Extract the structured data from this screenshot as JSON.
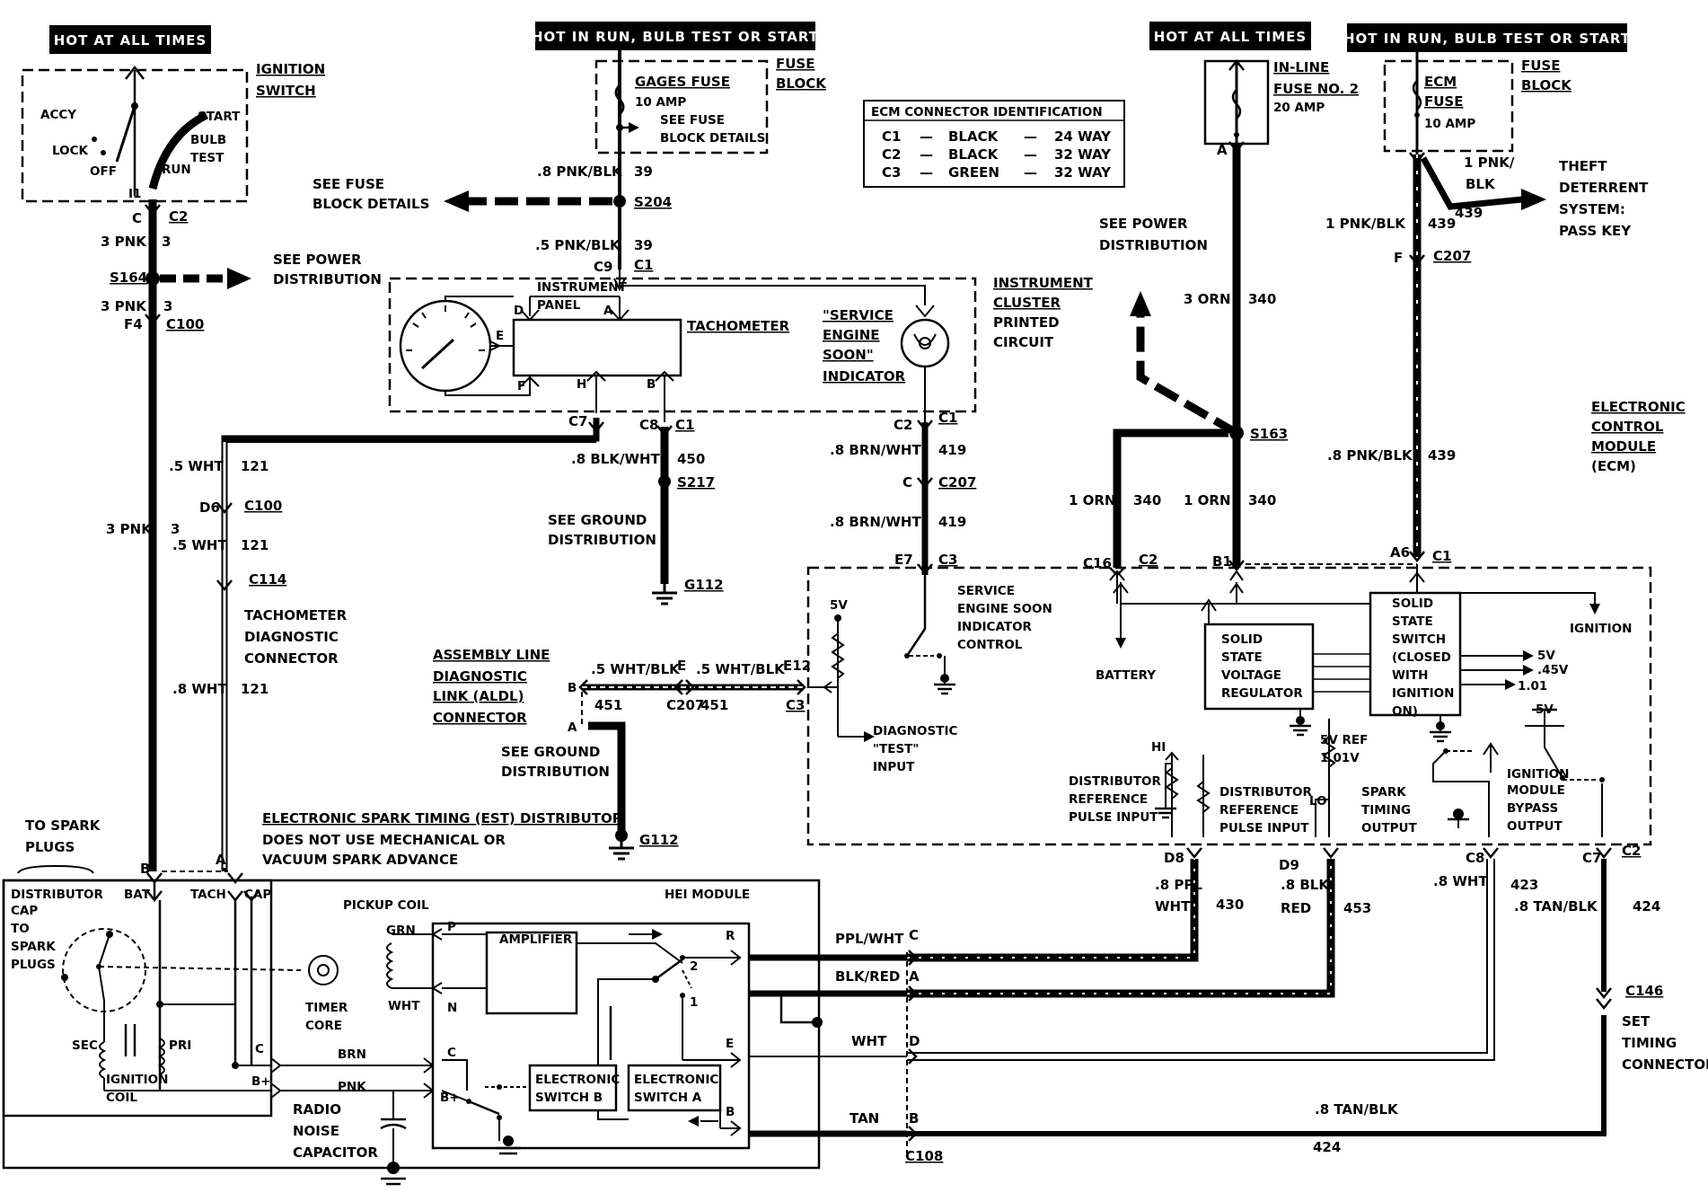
{
  "headers": {
    "hot_left": "HOT AT ALL TIMES",
    "hot_run_left": "HOT IN RUN, BULB TEST OR START",
    "hot_mid": "HOT AT ALL TIMES",
    "hot_run_right": "HOT IN RUN, BULB TEST OR START"
  },
  "ignition_switch": {
    "title1": "IGNITION",
    "title2": "SWITCH",
    "accy": "ACCY",
    "lock": "LOCK",
    "off": "OFF",
    "run": "RUN",
    "start": "START",
    "bulb": "BULB",
    "test": "TEST",
    "i1": "I1",
    "c": "C",
    "c2": "C2"
  },
  "left_feed": {
    "w1": "3 PNK",
    "c1": "3",
    "s164": "S164",
    "see_power1": "SEE POWER",
    "see_power2": "DISTRIBUTION",
    "w2": "3 PNK",
    "c2": "3",
    "f4": "F4",
    "c100": "C100",
    "w3": "3 PNK",
    "c3": "3"
  },
  "gages": {
    "fuse1": "GAGES FUSE",
    "amp": "10 AMP",
    "see1": "SEE FUSE",
    "see2": "BLOCK DETAILS",
    "fb1": "FUSE",
    "fb2": "BLOCK",
    "w1": ".8 PNK/BLK",
    "c1": "39",
    "s204": "S204",
    "fbd1": "SEE FUSE",
    "fbd2": "BLOCK DETAILS",
    "w2": ".5 PNK/BLK",
    "c2": "39",
    "c9": "C9",
    "cc1": "C1"
  },
  "ecm_conn": {
    "title": "ECM CONNECTOR IDENTIFICATION",
    "rows": [
      [
        "C1",
        "—",
        "BLACK",
        "—",
        "24 WAY"
      ],
      [
        "C2",
        "—",
        "BLACK",
        "—",
        "32 WAY"
      ],
      [
        "C3",
        "—",
        "GREEN",
        "—",
        "32 WAY"
      ]
    ]
  },
  "cluster": {
    "instrument": "INSTRUMENT",
    "panel": "PANEL",
    "tach": "TACHOMETER",
    "ses1": "\"SERVICE",
    "ses2": "ENGINE",
    "ses3": "SOON\"",
    "ses4": "INDICATOR",
    "ic1": "INSTRUMENT",
    "ic2": "CLUSTER",
    "ic3": "PRINTED",
    "ic4": "CIRCUIT",
    "d": "D",
    "e": "E",
    "f": "F",
    "h": "H",
    "a": "A",
    "b": "B",
    "c7": "C7",
    "c8": "C8",
    "c1": "C1",
    "c2": "C2",
    "c1b": "C1"
  },
  "tach_circuit": {
    "w1": ".5 WHT",
    "c1": "121",
    "d6": "D6",
    "c100": "C100",
    "w2": ".5 WHT",
    "c2": "121",
    "c114": "C114",
    "diag1": "TACHOMETER",
    "diag2": "DIAGNOSTIC",
    "diag3": "CONNECTOR",
    "w3": ".8 WHT",
    "c3": "121"
  },
  "ground1": {
    "w": ".8 BLK/WHT",
    "c": "450",
    "s217": "S217",
    "sg1": "SEE GROUND",
    "sg2": "DISTRIBUTION",
    "g": "G112"
  },
  "ses_circuit": {
    "w1": ".8 BRN/WHT",
    "c1": "419",
    "c": "C",
    "c207": "C207",
    "w2": ".8 BRN/WHT",
    "c2": "419",
    "e7": "E7",
    "c3": "C3"
  },
  "aldl": {
    "l1": "ASSEMBLY LINE",
    "l2": "DIAGNOSTIC",
    "l3": "LINK (ALDL)",
    "l4": "CONNECTOR",
    "b": "B",
    "w1": ".5 WHT/BLK",
    "e": "E",
    "w2": ".5 WHT/BLK",
    "e12": "E12",
    "c1": "451",
    "c207": "C207",
    "c2": "451",
    "c3": "C3",
    "a": "A",
    "sg1": "SEE GROUND",
    "sg2": "DISTRIBUTION",
    "g": "G112"
  },
  "ecm": {
    "v5": "5V",
    "ses1": "SERVICE",
    "ses2": "ENGINE SOON",
    "ses3": "INDICATOR",
    "ses4": "CONTROL",
    "diag1": "DIAGNOSTIC",
    "diag2": "\"TEST\"",
    "diag3": "INPUT",
    "battery": "BATTERY",
    "reg1": "SOLID",
    "reg2": "STATE",
    "reg3": "VOLTAGE",
    "reg4": "REGULATOR",
    "ref1": "5V REF",
    "ref2": "1.01V",
    "sw1": "SOLID",
    "sw2": "STATE",
    "sw3": "SWITCH",
    "sw4": "(CLOSED",
    "sw5": "WITH",
    "sw6": "IGNITION",
    "sw7": "ON)",
    "o1": "5V",
    "o2": ".45V",
    "o3": "1.01",
    "ign": "IGNITION",
    "e1": "ELECTRONIC",
    "e2": "CONTROL",
    "e3": "MODULE",
    "e4": "(ECM)",
    "hi": "HI",
    "lo": "LO",
    "drp1": "DISTRIBUTOR",
    "drp2": "REFERENCE",
    "drp3": "PULSE INPUT",
    "dri1": "DISTRIBUTOR",
    "dri2": "REFERENCE",
    "dri3": "PULSE INPUT",
    "st1": "SPARK",
    "st2": "TIMING",
    "st3": "OUTPUT",
    "v5b": "5V",
    "bp1": "IGNITION",
    "bp2": "MODULE",
    "bp3": "BYPASS",
    "bp4": "OUTPUT",
    "c16": "C16",
    "c2": "C2",
    "b1": "B1",
    "a6": "A6",
    "c1": "C1",
    "d8": "D8",
    "d9": "D9",
    "c8": "C8",
    "c7": "C7",
    "c2b": "C2"
  },
  "right_feed": {
    "il1": "IN-LINE",
    "il2": "FUSE NO. 2",
    "il3": "20 AMP",
    "a": "A",
    "sp1": "SEE POWER",
    "sp2": "DISTRIBUTION",
    "w1": "3 ORN",
    "c1": "340",
    "s163": "S163",
    "w2": "1 ORN",
    "c2": "340",
    "w3": "1 ORN",
    "c3": "340"
  },
  "ecm_feed": {
    "f1": "ECM",
    "f2": "FUSE",
    "amp": "10 AMP",
    "fb1": "FUSE",
    "fb2": "BLOCK",
    "w1a": "1 PNK/",
    "w1b": "BLK",
    "c1": "439",
    "td1": "THEFT",
    "td2": "DETERRENT",
    "td3": "SYSTEM:",
    "td4": "PASS KEY",
    "w2": "1 PNK/BLK",
    "c2": "439",
    "f": "F",
    "c207": "C207",
    "w3": ".8 PNK/BLK",
    "c3": "439"
  },
  "est": {
    "l1": "ELECTRONIC SPARK TIMING (EST) DISTRIBUTOR",
    "l2": "DOES NOT USE MECHANICAL OR",
    "l3": "VACUUM SPARK ADVANCE"
  },
  "distributor": {
    "tsp1": "TO SPARK",
    "tsp2": "PLUGS",
    "dc1": "DISTRIBUTOR",
    "dc2": "CAP",
    "dc3": "TO",
    "dc4": "SPARK",
    "dc5": "PLUGS",
    "b": "B",
    "a": "A",
    "bat": "BAT",
    "tach": "TACH",
    "cap": "CAP",
    "sec": "SEC",
    "pri": "PRI",
    "ic1": "IGNITION",
    "ic2": "COIL",
    "cc": "C",
    "bp": "B+",
    "pickup": "PICKUP COIL",
    "grn": "GRN",
    "wht": "WHT",
    "tc1": "TIMER",
    "tc2": "CORE",
    "brn": "BRN",
    "pnk": "PNK",
    "rn1": "RADIO",
    "rn2": "NOISE",
    "rn3": "CAPACITOR"
  },
  "hei": {
    "title": "HEI MODULE",
    "amp": "AMPLIFIER",
    "p": "P",
    "n": "N",
    "c": "C",
    "bp": "B+",
    "r": "R",
    "e": "E",
    "b": "B",
    "two": "2",
    "one": "1",
    "esb1": "ELECTRONIC",
    "esb2": "SWITCH B",
    "esa1": "ELECTRONIC",
    "esa2": "SWITCH A"
  },
  "harness": {
    "w1": "PPL/WHT",
    "c": "C",
    "w2": "BLK/RED",
    "a": "A",
    "w3": "WHT",
    "d": "D",
    "w4": "TAN",
    "b": "B",
    "c108": "C108",
    "w5": ".8 TAN/BLK",
    "c5": "424",
    "d8a": ".8 PPL",
    "d8b": "WHT",
    "d8c": "430",
    "d9a": ".8 BLK",
    "d9b": "RED",
    "d9c": "453",
    "c8a": ".8 WHT",
    "c8c": "423",
    "c7a": ".8 TAN/BLK",
    "c7c": "424",
    "c146": "C146",
    "st1": "SET",
    "st2": "TIMING",
    "st3": "CONNECTOR"
  }
}
